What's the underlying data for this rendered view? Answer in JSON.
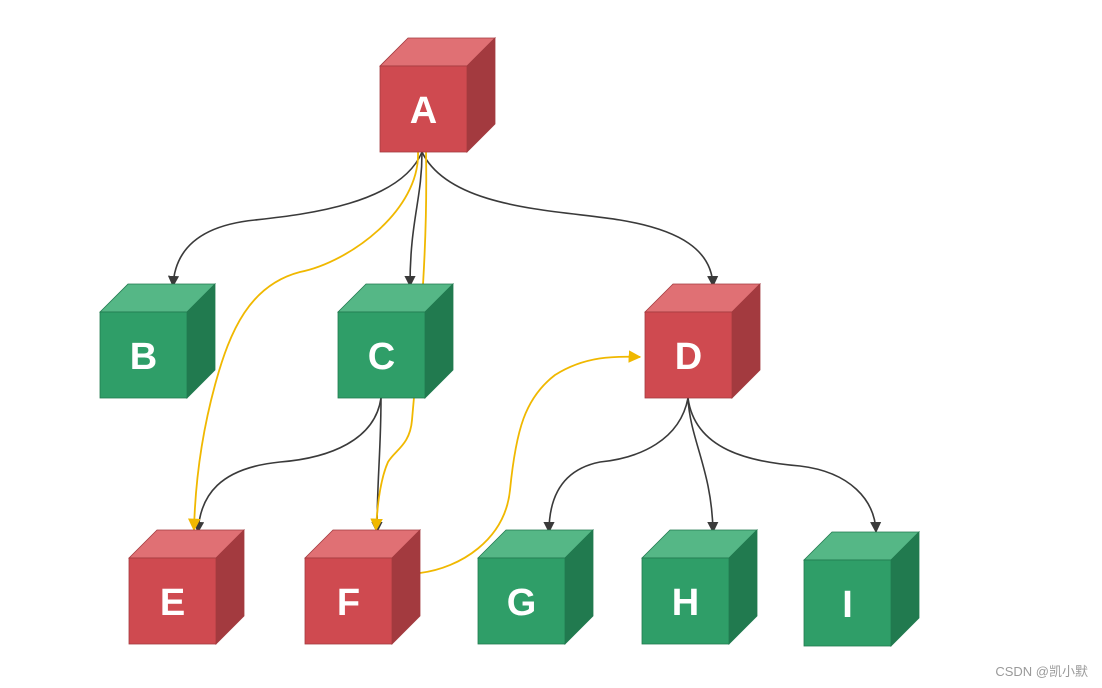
{
  "colors": {
    "red": {
      "front": "#cf4a50",
      "top": "#e07074",
      "side": "#a33a3f"
    },
    "green": {
      "front": "#2f9e68",
      "top": "#55b786",
      "side": "#217a4f"
    },
    "tree_edge": "#3a3a3a",
    "traversal_edge": "#f0b800"
  },
  "nodes": [
    {
      "id": "A",
      "label": "A",
      "color": "red"
    },
    {
      "id": "B",
      "label": "B",
      "color": "green"
    },
    {
      "id": "C",
      "label": "C",
      "color": "green"
    },
    {
      "id": "D",
      "label": "D",
      "color": "red"
    },
    {
      "id": "E",
      "label": "E",
      "color": "red"
    },
    {
      "id": "F",
      "label": "F",
      "color": "red"
    },
    {
      "id": "G",
      "label": "G",
      "color": "green"
    },
    {
      "id": "H",
      "label": "H",
      "color": "green"
    },
    {
      "id": "I",
      "label": "I",
      "color": "green"
    }
  ],
  "tree_edges": [
    {
      "from": "A",
      "to": "B"
    },
    {
      "from": "A",
      "to": "C"
    },
    {
      "from": "A",
      "to": "D"
    },
    {
      "from": "C",
      "to": "E"
    },
    {
      "from": "C",
      "to": "F"
    },
    {
      "from": "D",
      "to": "G"
    },
    {
      "from": "D",
      "to": "H"
    },
    {
      "from": "D",
      "to": "I"
    }
  ],
  "traversal_edges": [
    {
      "from": "A",
      "to": "E"
    },
    {
      "from": "A",
      "to": "F"
    },
    {
      "from": "F",
      "to": "D"
    }
  ],
  "watermark": "CSDN @凯小默"
}
